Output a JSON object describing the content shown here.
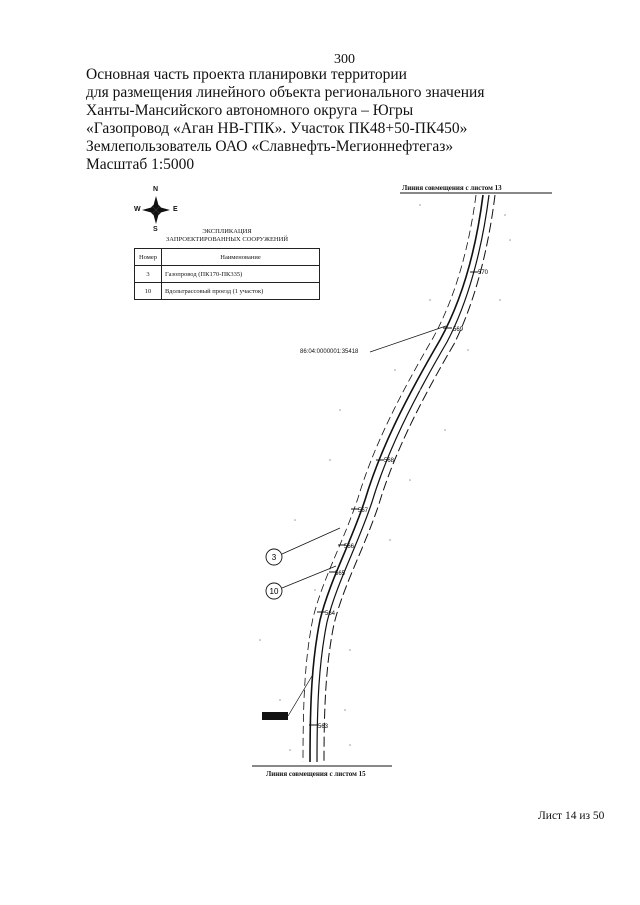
{
  "page_number": "300",
  "header_lines": [
    "Основная часть проекта планировки территории",
    "для размещения линейного объекта регионального значения",
    "Ханты-Мансийского автономного округа – Югры",
    "«Газопровод «Аган НВ-ГПК». Участок ПК48+50-ПК450»",
    "Землепользователь ОАО «Славнефть-Мегионнефтегаз»",
    "Масштаб 1:5000"
  ],
  "compass": {
    "n": "N",
    "s": "S",
    "w": "W",
    "e": "E"
  },
  "legend": {
    "title_line1": "ЭКСПЛИКАЦИЯ",
    "title_line2": "ЗАПРОЕКТИРОВАННЫХ СООРУЖЕНИЙ",
    "col_number": "Номер",
    "col_name": "Наименование",
    "rows": [
      {
        "number": "3",
        "name": "Газопровод (ПК170-ПК335)"
      },
      {
        "number": "10",
        "name": "Вдольтрассовый проезд (1 участок)"
      }
    ]
  },
  "map": {
    "match_line_top": "Линия совмещения с листом 13",
    "match_line_bottom": "Линия совмещения с листом 15",
    "cadastral_number": "86:04:0000001:35418",
    "pickets": [
      "570",
      "569",
      "568",
      "567",
      "566",
      "565",
      "564",
      "563"
    ],
    "callouts": [
      "3",
      "10"
    ]
  },
  "sheet_label": "Лист 14 из 50"
}
